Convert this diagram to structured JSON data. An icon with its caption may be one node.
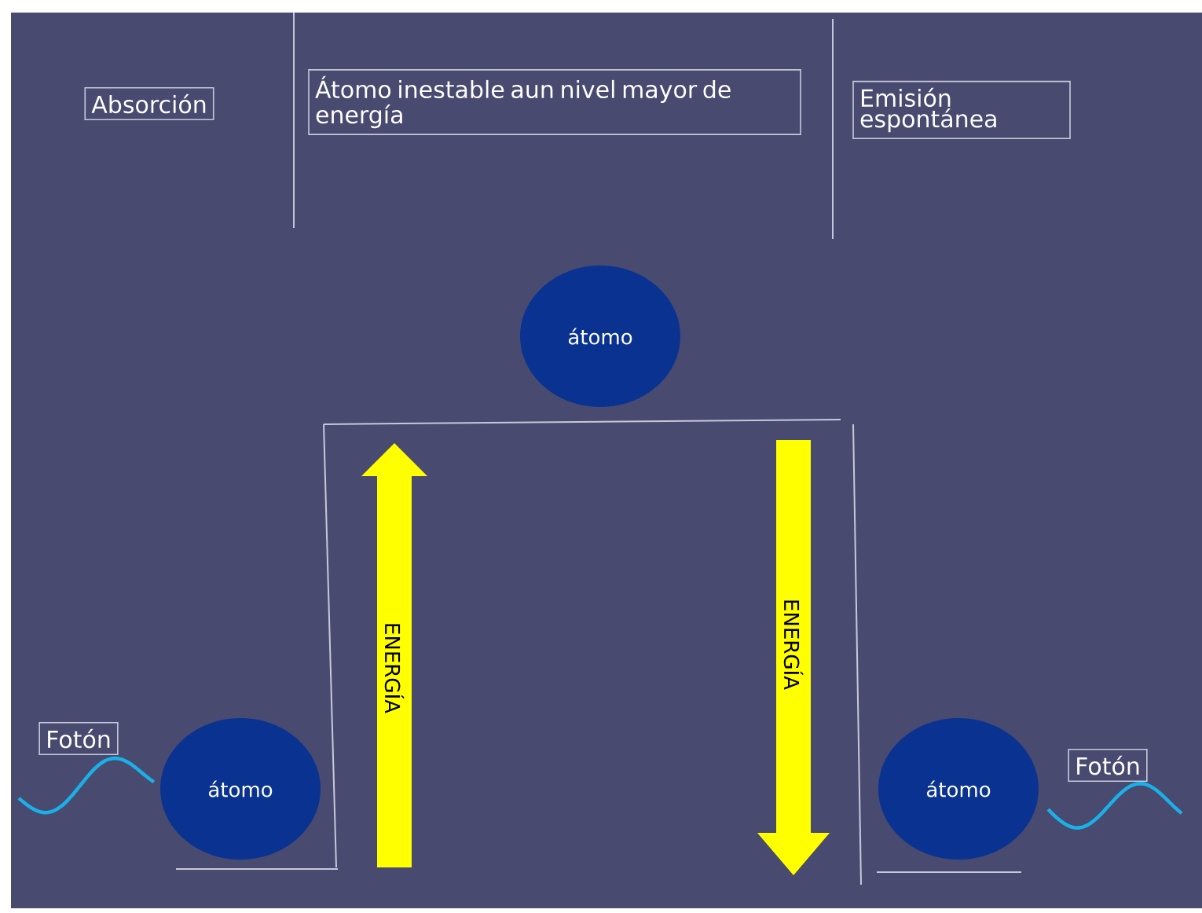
{
  "diagram": {
    "nodes": [
      {
        "text": [
          "Absorción"
        ]
      },
      {
        "text": [
          "Átomo inestable aun nivel mayor de energía"
        ]
      },
      {
        "text": [
          "Emisión espontánea"
        ]
      },
      {
        "text": [
          "átomo"
        ]
      },
      {
        "text": [
          "ENERGÍA"
        ]
      },
      {
        "text": [
          "ENERGÍA"
        ]
      },
      {
        "text": [
          "Fotón"
        ]
      },
      {
        "text": [
          "átomo"
        ]
      },
      {
        "text": [
          "átomo"
        ]
      },
      {
        "text": [
          "Fotón"
        ]
      }
    ]
  }
}
